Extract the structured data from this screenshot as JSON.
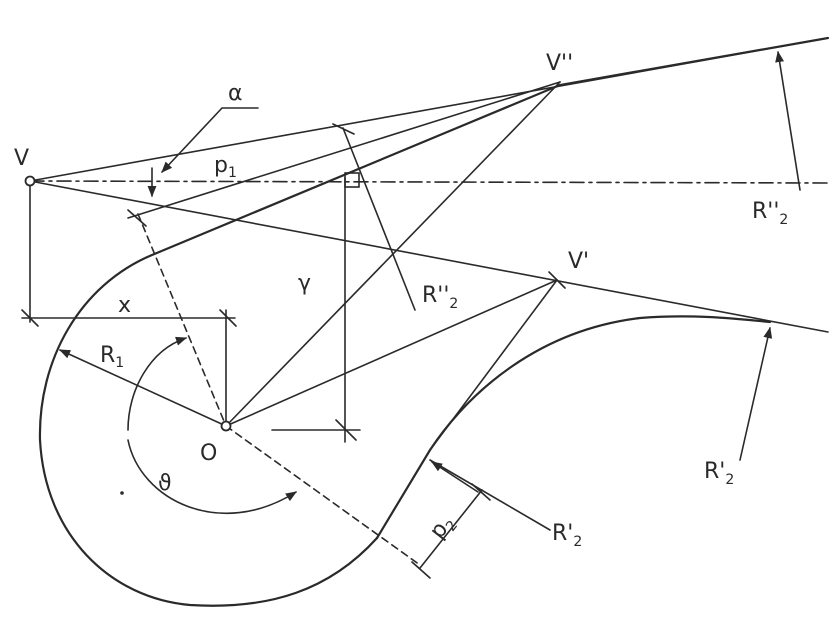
{
  "labels": {
    "alpha": "α",
    "V": "V",
    "V_double_prime": "V''",
    "V_prime": "V'",
    "p1": "p",
    "p1_sub": "1",
    "p2": "p",
    "p2_sub": "2",
    "gamma": "γ",
    "x": "x",
    "R1": "R",
    "R1_sub": "1",
    "O": "O",
    "phi": "ϑ",
    "R2_double_prime_right": "R''",
    "R2_double_prime_right_sub": "2",
    "R2_double_prime_mid": "R''",
    "R2_double_prime_mid_sub": "2",
    "R2_prime_right": "R'",
    "R2_prime_right_sub": "2",
    "R2_prime_lower": "R'",
    "R2_prime_lower_sub": "2"
  }
}
